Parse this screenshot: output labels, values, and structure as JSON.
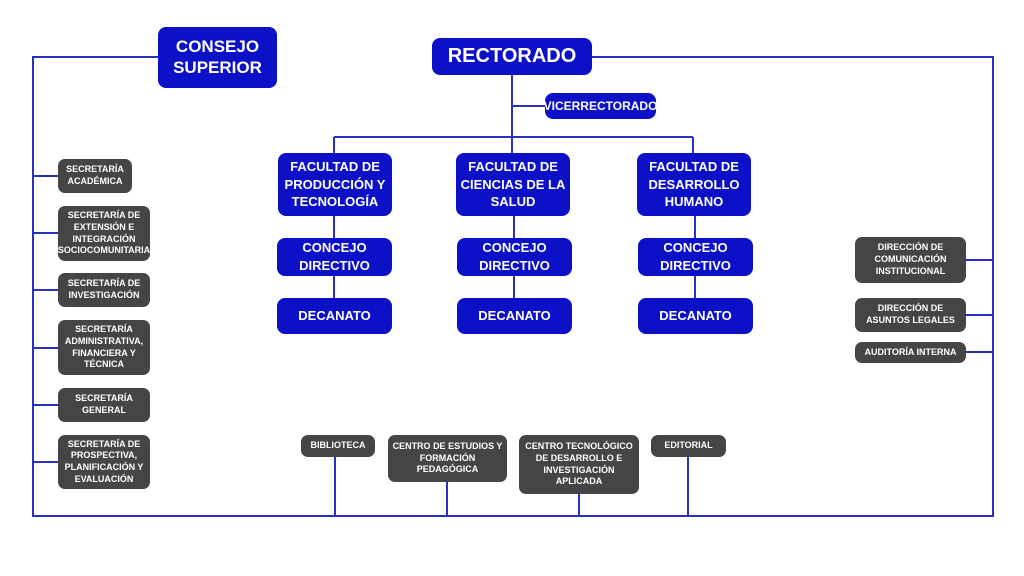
{
  "colors": {
    "blue": "#0c10c7",
    "grey": "#454545",
    "line": "#2a2fc0",
    "text": "#ffffff"
  },
  "top": {
    "consejo_superior": "CONSEJO\nSUPERIOR",
    "rectorado": "RECTORADO",
    "vicerrectorado": "VICERRECTORADO"
  },
  "faculties": [
    {
      "name": "FACULTAD DE\nPRODUCCIÓN Y\nTECNOLOGÍA",
      "council": "CONCEJO\nDIRECTIVO",
      "deanery": "DECANATO"
    },
    {
      "name": "FACULTAD DE\nCIENCIAS DE LA\nSALUD",
      "council": "CONCEJO\nDIRECTIVO",
      "deanery": "DECANATO"
    },
    {
      "name": "FACULTAD DE\nDESARROLLO\nHUMANO",
      "council": "CONCEJO\nDIRECTIVO",
      "deanery": "DECANATO"
    }
  ],
  "secretariats": [
    "SECRETARÍA\nACADÉMICA",
    "SECRETARÍA DE\nEXTENSIÓN E\nINTEGRACIÓN\nSOCIOCOMUNITARIA",
    "SECRETARÍA DE\nINVESTIGACIÓN",
    "SECRETARÍA\nADMINISTRATIVA,\nFINANCIERA Y\nTÉCNICA",
    "SECRETARÍA\nGENERAL",
    "SECRETARÍA DE\nPROSPECTIVA,\nPLANIFICACIÓN Y\nEVALUACIÓN"
  ],
  "directorates": [
    "DIRECCIÓN DE\nCOMUNICACIÓN\nINSTITUCIONAL",
    "DIRECCIÓN DE\nASUNTOS LEGALES",
    "AUDITORÍA INTERNA"
  ],
  "units": [
    "BIBLIOTECA",
    "CENTRO DE ESTUDIOS Y\nFORMACIÓN\nPEDAGÓGICA",
    "CENTRO TECNOLÓGICO\nDE DESARROLLO E\nINVESTIGACIÓN\nAPLICADA",
    "EDITORIAL"
  ]
}
